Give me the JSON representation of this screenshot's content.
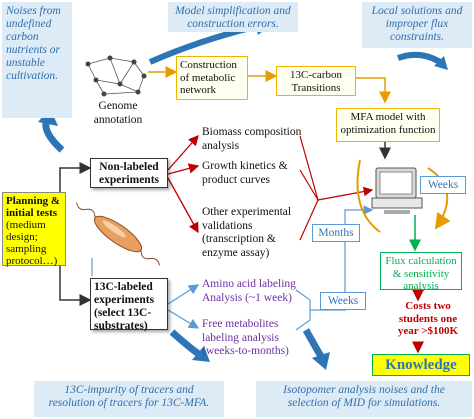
{
  "notes": {
    "top_left": "Noises from undefined carbon nutrients or unstable cultivation.",
    "top_middle": "Model simplification and construction errors.",
    "top_right": "Local solutions and improper flux constraints.",
    "bottom_left": "13C-impurity of tracers and resolution of tracers for 13C-MFA.",
    "bottom_right": "Isotopomer analysis noises and the selection of MID for simulations."
  },
  "network": {
    "label": "Genome annotation"
  },
  "boxes": {
    "construction": "Construction of metabolic network",
    "transitions": "13C-carbon Transitions",
    "mfa_model": "MFA model with optimization function",
    "planning_title": "Planning & initial tests",
    "planning_detail": "(medium design; sampling protocol…)",
    "non_labeled": "Non-labeled experiments",
    "labeled": "13C-labeled experiments (select 13C-substrates)",
    "flux_calc": "Flux calculation & sensitivity analysis",
    "knowledge": "Knowledge"
  },
  "experiments": {
    "non_labeled_items": [
      "Biomass composition analysis",
      "Growth kinetics & product curves",
      "Other experimental validations (transcription & enzyme assay)"
    ],
    "labeled_items": [
      "Amino acid labeling Analysis (~1 week)",
      "Free metabolites labeling analysis (weeks-to-months)"
    ]
  },
  "durations": {
    "months": "Months",
    "weeks_labeling": "Weeks",
    "weeks_computer": "Weeks"
  },
  "cost": "Costs two students one year >$100K",
  "colors": {
    "note_bg": "#ddebf7",
    "note_text": "#2f6fab",
    "accent_blue": "#2e75b6",
    "red": "#c00000",
    "green": "#00b050",
    "orange": "#e69b00",
    "knowledge_bg": "#ffff00",
    "purple": "#7030a0",
    "planning_bg": "#ffff00"
  }
}
